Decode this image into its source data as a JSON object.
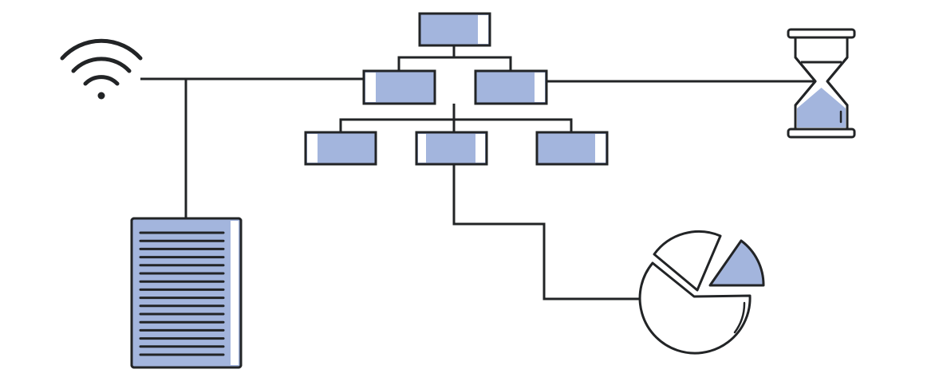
{
  "diagram": {
    "type": "icon-network",
    "colors": {
      "stroke": "#222426",
      "fill": "#a3b5dd",
      "highlight": "#ffffff",
      "background": "#ffffff"
    },
    "nodes": [
      {
        "id": "wifi",
        "icon": "wifi-icon"
      },
      {
        "id": "org-root",
        "icon": "org-box"
      },
      {
        "id": "org-mid-left",
        "icon": "org-box"
      },
      {
        "id": "org-mid-right",
        "icon": "org-box"
      },
      {
        "id": "org-bottom-left",
        "icon": "org-box"
      },
      {
        "id": "org-bottom-center",
        "icon": "org-box"
      },
      {
        "id": "org-bottom-right",
        "icon": "org-box"
      },
      {
        "id": "hourglass",
        "icon": "hourglass-icon"
      },
      {
        "id": "document",
        "icon": "document-icon"
      },
      {
        "id": "pie",
        "icon": "pie-chart-icon"
      }
    ],
    "links": [
      {
        "from": "wifi",
        "to": "org-mid-left"
      },
      {
        "from": "wifi",
        "to": "document"
      },
      {
        "from": "org-root",
        "to": "org-mid-left"
      },
      {
        "from": "org-root",
        "to": "org-mid-right"
      },
      {
        "from": "org-mid-right",
        "to": "hourglass"
      },
      {
        "from": "org-mid-left",
        "to": "org-bottom-left"
      },
      {
        "from": "org-mid-left",
        "to": "org-bottom-center"
      },
      {
        "from": "org-mid-left",
        "to": "org-bottom-right"
      },
      {
        "from": "org-bottom-center",
        "to": "pie"
      }
    ]
  }
}
